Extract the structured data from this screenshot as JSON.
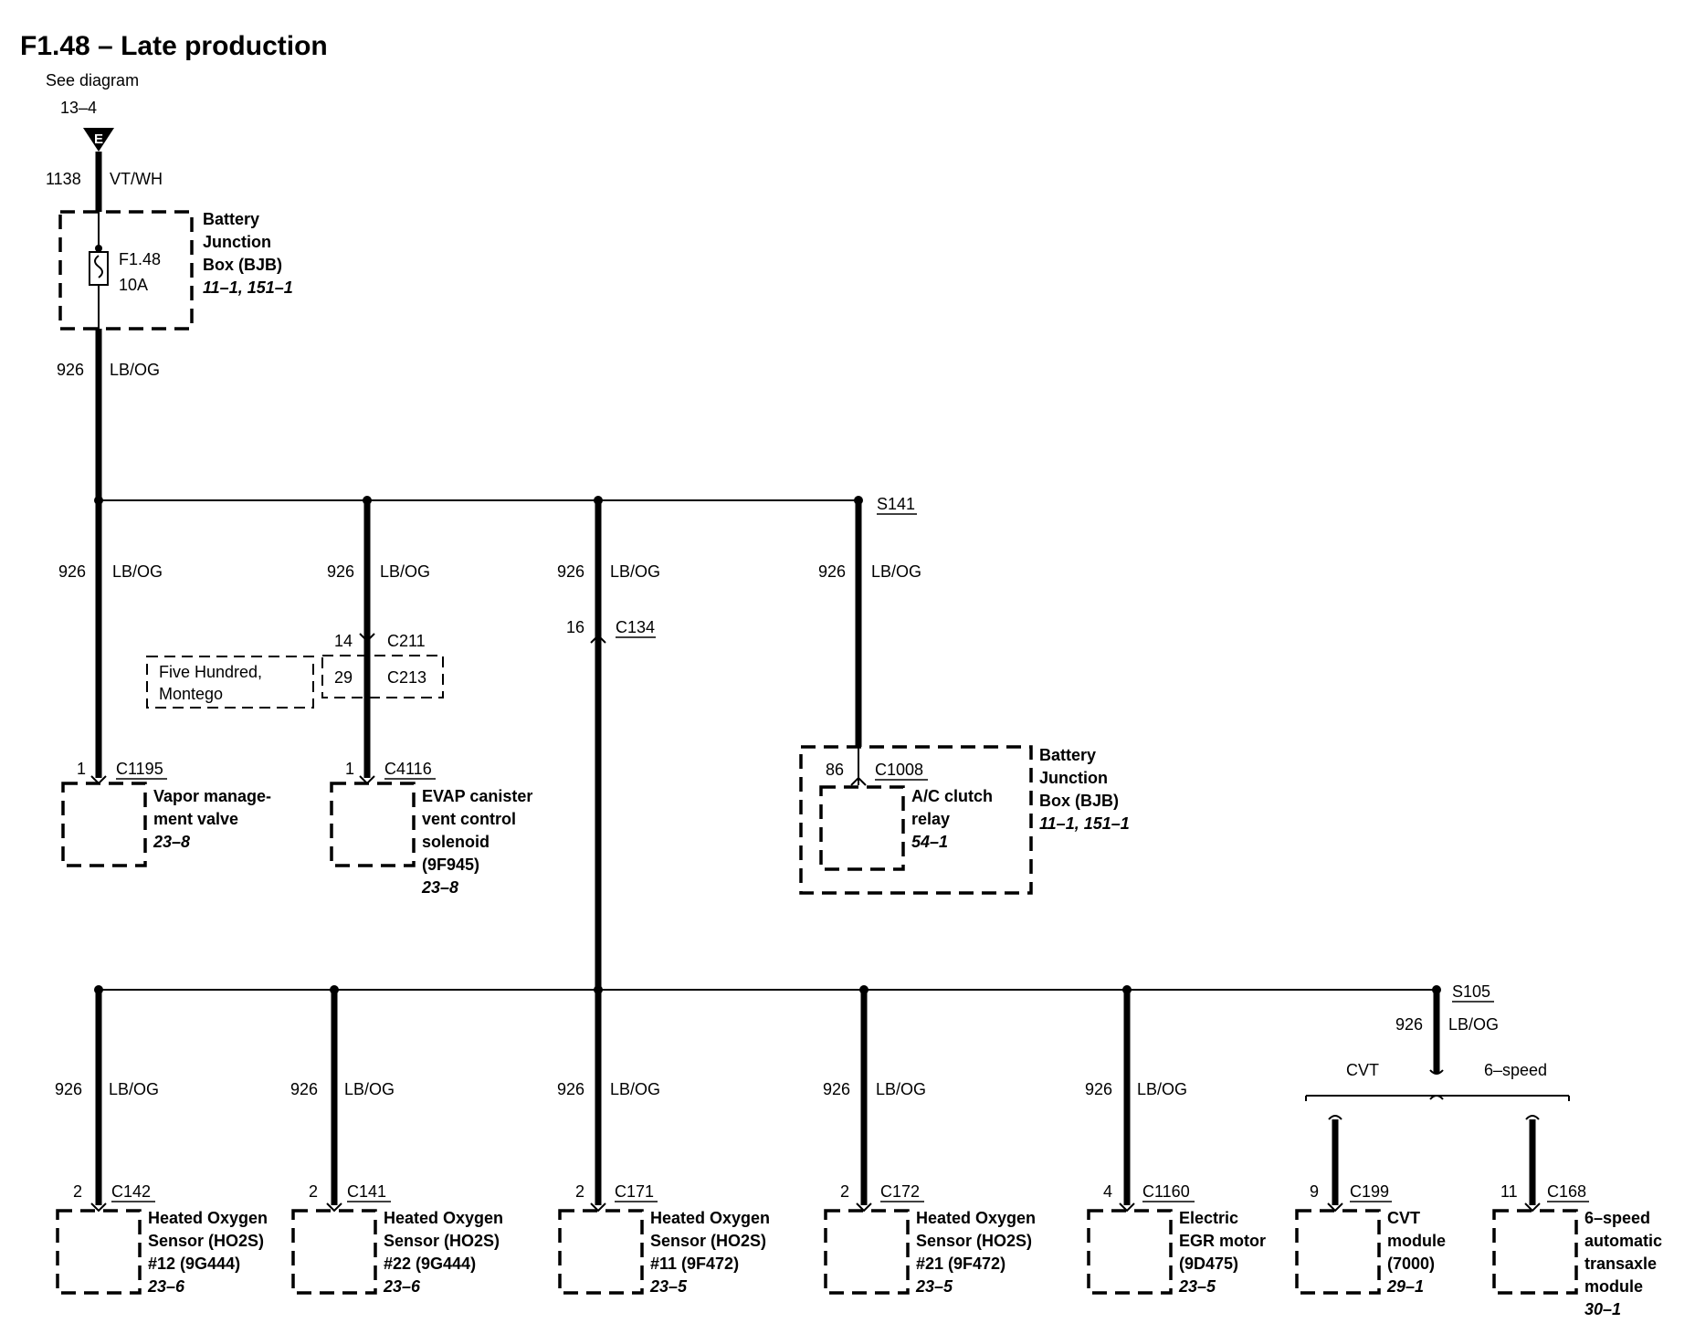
{
  "title": "F1.48 – Late production",
  "see_diagram": {
    "label": "See diagram",
    "ref": "13–4",
    "terminal": "E"
  },
  "feed": {
    "circuit": "1138",
    "color": "VT/WH"
  },
  "bjb_top": {
    "fuse_id": "F1.48",
    "fuse_rating": "10A",
    "name_lines": [
      "Battery",
      "Junction",
      "Box (BJB)"
    ],
    "page_ref": "11–1, 151–1"
  },
  "main_feed": {
    "circuit": "926",
    "color": "LB/OG"
  },
  "splice_s141": "S141",
  "upper_branches": [
    {
      "circuit": "926",
      "color": "LB/OG",
      "pin": "1",
      "connector": "C1195",
      "device_lines": [
        "Vapor manage-",
        "ment valve"
      ],
      "page_ref": "23–8"
    },
    {
      "circuit": "926",
      "color": "LB/OG",
      "pin": "1",
      "connector": "C4116",
      "inline_pin_1": "14",
      "inline_conn_1": "C211",
      "inline_pin_2": "29",
      "inline_conn_2": "C213",
      "variant_lines": [
        "Five Hundred,",
        "Montego"
      ],
      "device_lines": [
        "EVAP canister",
        "vent control",
        "solenoid",
        "(9F945)"
      ],
      "page_ref": "23–8"
    },
    {
      "circuit": "926",
      "color": "LB/OG",
      "pin": "16",
      "connector": "C134"
    },
    {
      "circuit": "926",
      "color": "LB/OG",
      "pin": "86",
      "connector": "C1008",
      "device_lines": [
        "A/C clutch",
        "relay"
      ],
      "page_ref": "54–1",
      "box_lines": [
        "Battery",
        "Junction",
        "Box (BJB)"
      ],
      "box_ref": "11–1, 151–1"
    }
  ],
  "splice_s105": "S105",
  "lower_branches": [
    {
      "circuit": "926",
      "color": "LB/OG",
      "pin": "2",
      "connector": "C142",
      "device_lines": [
        "Heated Oxygen",
        "Sensor (HO2S)",
        "#12 (9G444)"
      ],
      "page_ref": "23–6"
    },
    {
      "circuit": "926",
      "color": "LB/OG",
      "pin": "2",
      "connector": "C141",
      "device_lines": [
        "Heated Oxygen",
        "Sensor (HO2S)",
        "#22 (9G444)"
      ],
      "page_ref": "23–6"
    },
    {
      "circuit": "926",
      "color": "LB/OG",
      "pin": "2",
      "connector": "C171",
      "device_lines": [
        "Heated Oxygen",
        "Sensor (HO2S)",
        "#11 (9F472)"
      ],
      "page_ref": "23–5"
    },
    {
      "circuit": "926",
      "color": "LB/OG",
      "pin": "2",
      "connector": "C172",
      "device_lines": [
        "Heated Oxygen",
        "Sensor (HO2S)",
        "#21 (9F472)"
      ],
      "page_ref": "23–5"
    },
    {
      "circuit": "926",
      "color": "LB/OG",
      "pin": "4",
      "connector": "C1160",
      "device_lines": [
        "Electric",
        "EGR motor",
        "(9D475)"
      ],
      "page_ref": "23–5"
    }
  ],
  "s105_feed": {
    "circuit": "926",
    "color": "LB/OG"
  },
  "option_branches": [
    {
      "option": "CVT",
      "pin": "9",
      "connector": "C199",
      "device_lines": [
        "CVT",
        "module",
        "(7000)"
      ],
      "page_ref": "29–1"
    },
    {
      "option": "6–speed",
      "pin": "11",
      "connector": "C168",
      "device_lines": [
        "6–speed",
        "automatic",
        "transaxle",
        "module"
      ],
      "page_ref": "30–1"
    }
  ]
}
